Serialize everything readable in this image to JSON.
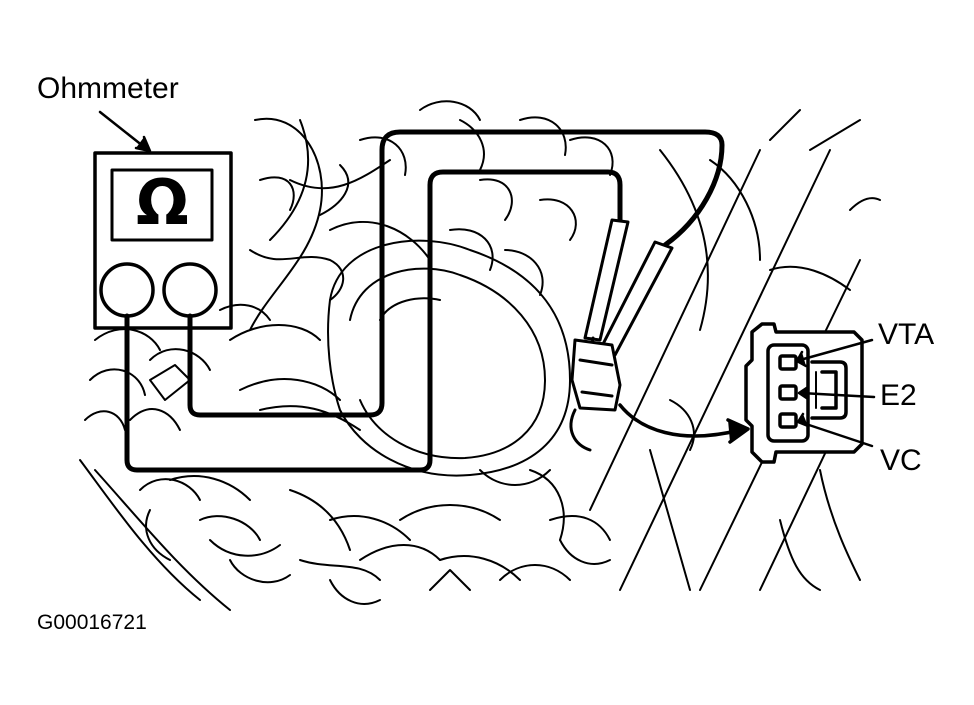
{
  "labels": {
    "meter": "Ohmmeter",
    "omega_symbol": "Ω",
    "terminal_vta": "VTA",
    "terminal_e2": "E2",
    "terminal_vc": "VC",
    "figure_id": "G00016721"
  },
  "colors": {
    "ink": "#000000",
    "background": "#ffffff"
  }
}
